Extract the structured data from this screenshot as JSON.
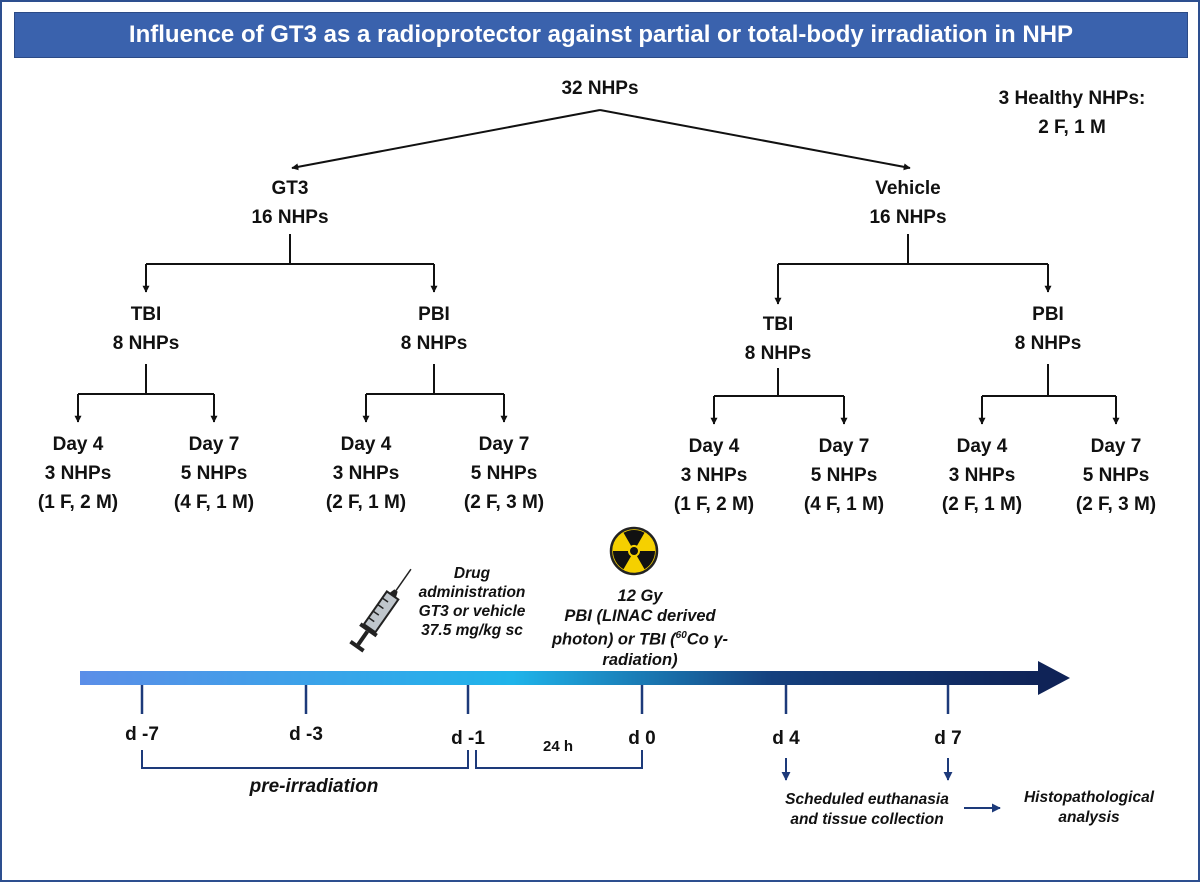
{
  "title": "Influence of GT3 as a radioprotector against partial or total-body irradiation in NHP",
  "root": "32 NHPs",
  "healthy": {
    "line1": "3 Healthy NHPs:",
    "line2": "2 F, 1 M"
  },
  "groups": {
    "gt3": {
      "line1": "GT3",
      "line2": "16 NHPs"
    },
    "vehicle": {
      "line1": "Vehicle",
      "line2": "16 NHPs"
    }
  },
  "arms": {
    "gt3_tbi": {
      "line1": "TBI",
      "line2": "8 NHPs"
    },
    "gt3_pbi": {
      "line1": "PBI",
      "line2": "8 NHPs"
    },
    "veh_tbi": {
      "line1": "TBI",
      "line2": "8 NHPs"
    },
    "veh_pbi": {
      "line1": "PBI",
      "line2": "8 NHPs"
    }
  },
  "leaves": {
    "gt3_tbi_d4": {
      "day": "Day 4",
      "n": "3 NHPs",
      "sex": "(1 F, 2 M)"
    },
    "gt3_tbi_d7": {
      "day": "Day 7",
      "n": "5 NHPs",
      "sex": "(4 F, 1 M)"
    },
    "gt3_pbi_d4": {
      "day": "Day 4",
      "n": "3 NHPs",
      "sex": "(2 F, 1 M)"
    },
    "gt3_pbi_d7": {
      "day": "Day 7",
      "n": "5 NHPs",
      "sex": "(2 F, 3 M)"
    },
    "veh_tbi_d4": {
      "day": "Day 4",
      "n": "3 NHPs",
      "sex": "(1 F, 2 M)"
    },
    "veh_tbi_d7": {
      "day": "Day 7",
      "n": "5 NHPs",
      "sex": "(4 F, 1 M)"
    },
    "veh_pbi_d4": {
      "day": "Day 4",
      "n": "3 NHPs",
      "sex": "(2 F, 1 M)"
    },
    "veh_pbi_d7": {
      "day": "Day 7",
      "n": "5 NHPs",
      "sex": "(2 F, 3 M)"
    }
  },
  "drug_note": {
    "line1": "Drug",
    "line2": "administration",
    "line3": "GT3 or vehicle",
    "line4": "37.5 mg/kg sc"
  },
  "radiation_note": {
    "line1": "12 Gy",
    "line2": "PBI (LINAC derived",
    "line3_pre": "photon) or TBI (",
    "line3_sup": "60",
    "line3_post": "Co γ-",
    "line4": "radiation)"
  },
  "timeline": {
    "d_minus7": "d -7",
    "d_minus3": "d -3",
    "d_minus1": "d -1",
    "d0": "d 0",
    "d4": "d 4",
    "d7": "d 7",
    "interval_24h": "24 h",
    "pre_irradiation": "pre-irradiation"
  },
  "outcomes": {
    "euthanasia_line1": "Scheduled euthanasia",
    "euthanasia_line2": "and tissue collection",
    "histo_line1": "Histopathological",
    "histo_line2": "analysis"
  },
  "colors": {
    "title_bg": "#3a62ad",
    "frame": "#2d4f8f",
    "timeline_start": "#5b8ee8",
    "timeline_mid": "#1fb4ea",
    "timeline_end": "#0f2357",
    "tick": "#1d3a7a",
    "hazard_yellow": "#f5d000"
  },
  "icons": [
    "syringe-icon",
    "radiation-hazard-icon"
  ]
}
